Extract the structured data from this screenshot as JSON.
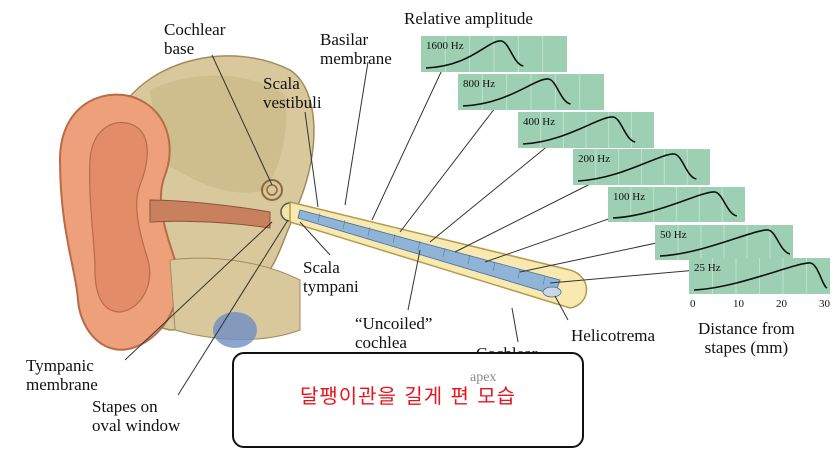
{
  "labels": {
    "cochlear_base": "Cochlear\nbase",
    "basilar_membrane": "Basilar\nmembrane",
    "scala_vestibuli": "Scala\nvestibuli",
    "relative_amplitude": "Relative amplitude",
    "scala_tympani": "Scala\ntympani",
    "uncoiled_cochlea": "“Uncoiled”\ncochlea",
    "cochlear_apex_1": "Cochlear",
    "cochlear_apex_2": "apex",
    "helicotrema": "Helicotrema",
    "tympanic_membrane": "Tympanic\nmembrane",
    "stapes_oval_window": "Stapes on\noval window",
    "distance_label": "Distance from\nstapes (mm)"
  },
  "callout": {
    "text": "달팽이관을 길게 편 모습"
  },
  "axis_ticks": [
    "0",
    "10",
    "20",
    "30"
  ],
  "panels": [
    {
      "freq": "1600 Hz",
      "peak": 0.55
    },
    {
      "freq": "800 Hz",
      "peak": 0.62
    },
    {
      "freq": "400 Hz",
      "peak": 0.7
    },
    {
      "freq": "200 Hz",
      "peak": 0.74
    },
    {
      "freq": "100 Hz",
      "peak": 0.78
    },
    {
      "freq": "50 Hz",
      "peak": 0.82
    },
    {
      "freq": "25 Hz",
      "peak": 0.86
    }
  ],
  "colors": {
    "panel_fill": "#9dd0b3",
    "panel_grid": "#c6e6d3",
    "callout_text": "#e8141b",
    "ear": "#e9a07f",
    "bone": "#d9c9a0"
  }
}
